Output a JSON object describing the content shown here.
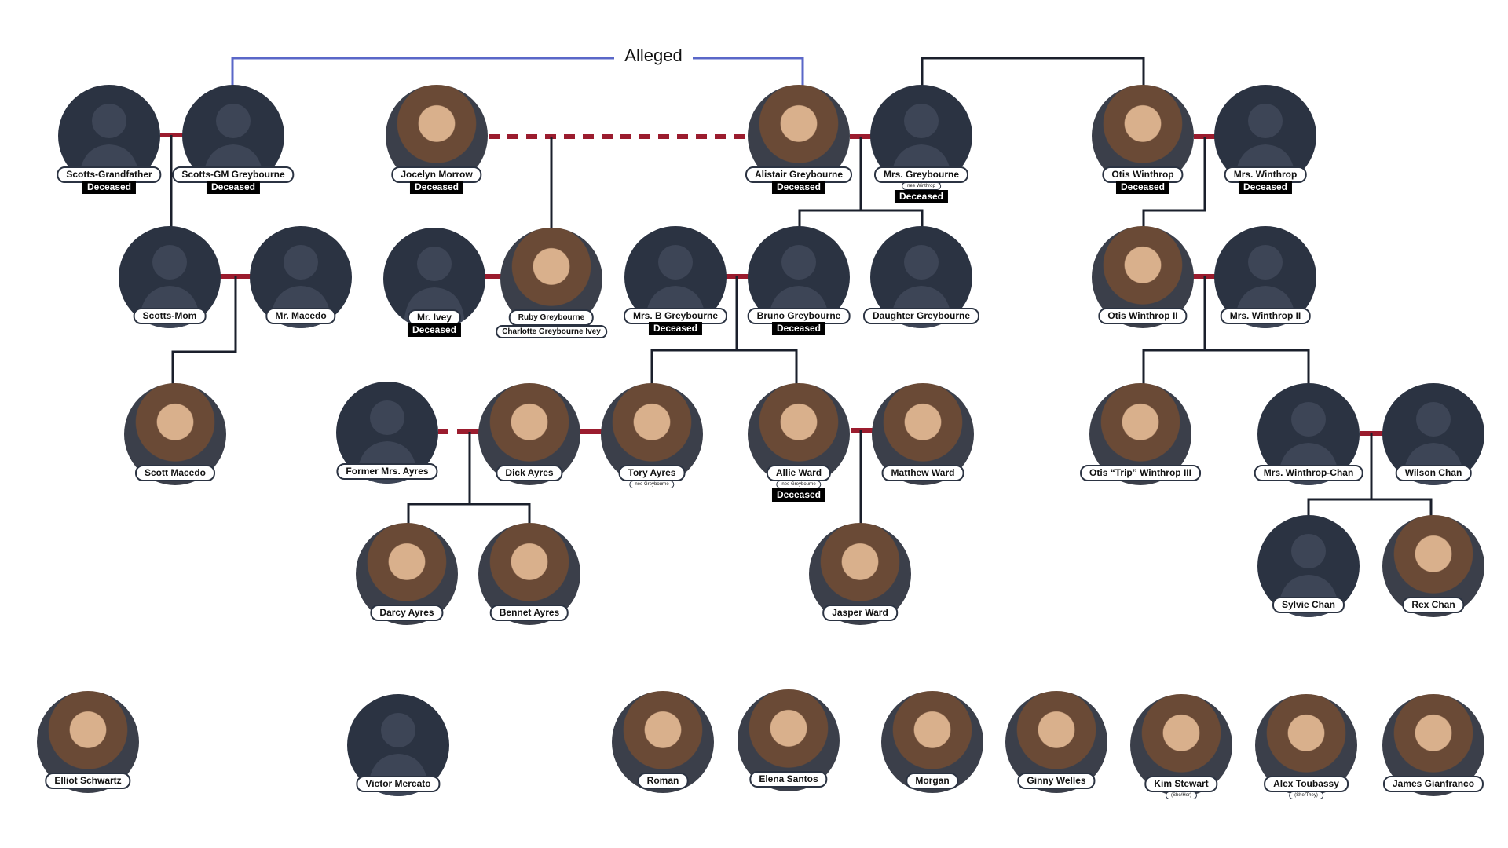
{
  "diagram": {
    "alleged_label": "Alleged"
  },
  "people": {
    "scotts_grandfather": {
      "name": "Scotts-Grandfather",
      "status": "Deceased"
    },
    "scotts_gm_greybourne": {
      "name": "Scotts-GM Greybourne",
      "status": "Deceased"
    },
    "jocelyn_morrow": {
      "name": "Jocelyn Morrow",
      "status": "Deceased"
    },
    "alistair_greybourne": {
      "name": "Alistair Greybourne",
      "status": "Deceased"
    },
    "mrs_greybourne": {
      "name": "Mrs. Greybourne",
      "nee": "nee Winthrop",
      "status": "Deceased"
    },
    "otis_winthrop": {
      "name": "Otis Winthrop",
      "status": "Deceased"
    },
    "mrs_winthrop": {
      "name": "Mrs. Winthrop",
      "status": "Deceased"
    },
    "scotts_mom": {
      "name": "Scotts-Mom"
    },
    "mr_macedo": {
      "name": "Mr. Macedo"
    },
    "mr_ivey": {
      "name": "Mr. Ivey",
      "status": "Deceased"
    },
    "ruby_greybourne": {
      "name": "Ruby Greybourne",
      "alt": "Charlotte Greybourne Ivey"
    },
    "mrs_b_greybourne": {
      "name": "Mrs. B Greybourne",
      "status": "Deceased"
    },
    "bruno_greybourne": {
      "name": "Bruno Greybourne",
      "status": "Deceased"
    },
    "daughter_greybourne": {
      "name": "Daughter Greybourne"
    },
    "otis_winthrop_ii": {
      "name": "Otis Winthrop II"
    },
    "mrs_winthrop_ii": {
      "name": "Mrs. Winthrop II"
    },
    "scott_macedo": {
      "name": "Scott Macedo"
    },
    "former_mrs_ayres": {
      "name": "Former Mrs. Ayres"
    },
    "dick_ayres": {
      "name": "Dick Ayres"
    },
    "tory_ayres": {
      "name": "Tory Ayres",
      "nee": "nee Greybourne"
    },
    "allie_ward": {
      "name": "Allie Ward",
      "nee": "nee Greybourne",
      "status": "Deceased"
    },
    "matthew_ward": {
      "name": "Matthew Ward"
    },
    "otis_trip_winthrop_iii": {
      "name": "Otis “Trip” Winthrop III"
    },
    "mrs_winthrop_chan": {
      "name": "Mrs. Winthrop-Chan"
    },
    "wilson_chan": {
      "name": "Wilson Chan"
    },
    "darcy_ayres": {
      "name": "Darcy Ayres"
    },
    "bennet_ayres": {
      "name": "Bennet Ayres"
    },
    "jasper_ward": {
      "name": "Jasper Ward"
    },
    "sylvie_chan": {
      "name": "Sylvie Chan"
    },
    "rex_chan": {
      "name": "Rex Chan"
    },
    "elliot_schwartz": {
      "name": "Elliot Schwartz"
    },
    "victor_mercato": {
      "name": "Victor Mercato"
    },
    "roman": {
      "name": "Roman"
    },
    "elena_santos": {
      "name": "Elena Santos"
    },
    "morgan": {
      "name": "Morgan"
    },
    "ginny_welles": {
      "name": "Ginny Welles"
    },
    "kim_stewart": {
      "name": "Kim Stewart",
      "nee": "(She/Her)"
    },
    "alex_toubassy": {
      "name": "Alex Toubassy",
      "nee": "(She/They)"
    },
    "james_gianfranco": {
      "name": "James Gianfranco"
    }
  },
  "colors": {
    "marriage_line": "#9b1c2e",
    "descent_line": "#1a1f2b",
    "alleged_line": "#5a67c8",
    "placeholder_avatar": "#2b3342"
  }
}
